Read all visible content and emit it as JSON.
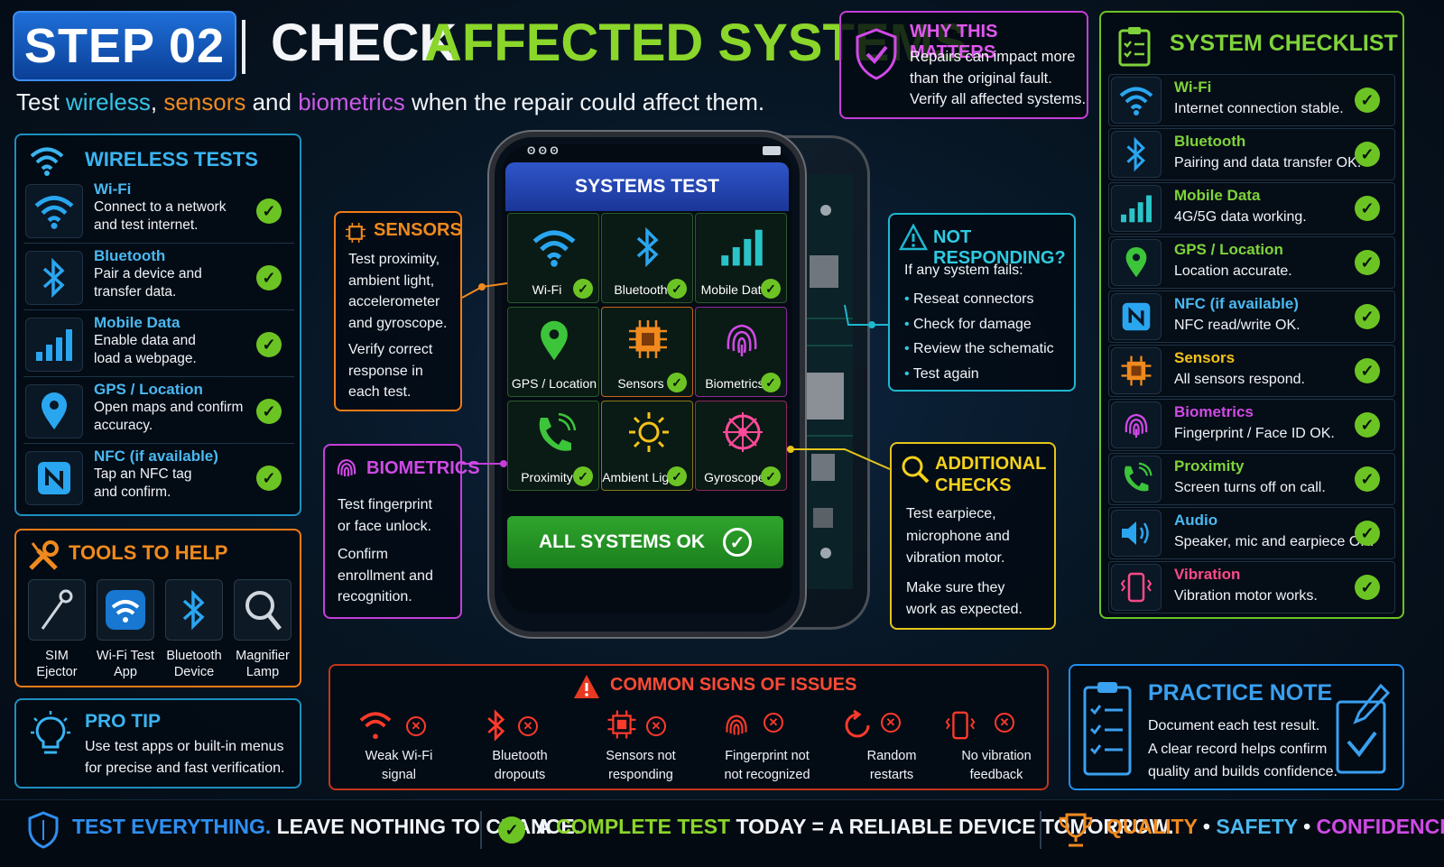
{
  "header": {
    "step": "STEP 02",
    "title_white": "CHECK",
    "title_green": "AFFECTED SYSTEMS",
    "subtitle": {
      "t1": "Test",
      "wireless": "wireless",
      "comma": ",",
      "sensors": "sensors",
      "and": "and",
      "biometrics": "biometrics",
      "rest": "when the repair could affect them."
    }
  },
  "wireless": {
    "title": "WIRELESS TESTS",
    "items": [
      {
        "title": "Wi-Fi",
        "desc1": "Connect to a network",
        "desc2": "and test internet."
      },
      {
        "title": "Bluetooth",
        "desc1": "Pair a device and",
        "desc2": "transfer data."
      },
      {
        "title": "Mobile Data",
        "desc1": "Enable data and",
        "desc2": "load a webpage."
      },
      {
        "title": "GPS / Location",
        "desc1": "Open maps and confirm",
        "desc2": "accuracy."
      },
      {
        "title": "NFC (if available)",
        "desc1": "Tap an NFC tag",
        "desc2": "and confirm."
      }
    ]
  },
  "tools": {
    "title": "TOOLS TO HELP",
    "items": [
      {
        "l1": "SIM Ejector",
        "l2": ""
      },
      {
        "l1": "Wi-Fi Test",
        "l2": "App"
      },
      {
        "l1": "Bluetooth",
        "l2": "Device"
      },
      {
        "l1": "Magnifier",
        "l2": "Lamp"
      }
    ]
  },
  "protip": {
    "title": "PRO TIP",
    "l1": "Use test apps or built-in menus",
    "l2": "for precise and fast verification."
  },
  "sensors": {
    "title": "SENSORS",
    "lines": [
      "Test proximity,",
      "ambient light,",
      "accelerometer",
      "and gyroscope."
    ],
    "lines2": [
      "Verify correct",
      "response in",
      "each test."
    ]
  },
  "biometrics": {
    "title": "BIOMETRICS",
    "lines": [
      "Test fingerprint",
      "or face unlock."
    ],
    "lines2": [
      "Confirm",
      "enrollment and",
      "recognition."
    ]
  },
  "phone": {
    "status": "ʘ ʘ ʘ",
    "header": "SYSTEMS TEST",
    "tiles": [
      "Wi-Fi",
      "Bluetooth",
      "Mobile Data",
      "GPS / Location",
      "Sensors",
      "Biometrics",
      "Proximity",
      "Ambient Light",
      "Gyroscope"
    ],
    "ok": "ALL SYSTEMS OK"
  },
  "why": {
    "title": "WHY THIS MATTERS",
    "lines": [
      "Repairs can impact more",
      "than the original fault.",
      "Verify all affected systems."
    ]
  },
  "notresp": {
    "title": "NOT RESPONDING?",
    "intro": "If any system fails:",
    "items": [
      "Reseat connectors",
      "Check for damage",
      "Review the schematic",
      "Test again"
    ]
  },
  "additional": {
    "title1": "ADDITIONAL",
    "title2": "CHECKS",
    "lines": [
      "Test earpiece,",
      "microphone and",
      "vibration motor."
    ],
    "lines2": [
      "Make sure they",
      "work as expected."
    ]
  },
  "checklist": {
    "title": "SYSTEM CHECKLIST",
    "items": [
      {
        "title": "Wi-Fi",
        "desc": "Internet connection stable.",
        "color": "#7fd33a"
      },
      {
        "title": "Bluetooth",
        "desc": "Pairing and data transfer OK.",
        "color": "#7fd33a"
      },
      {
        "title": "Mobile Data",
        "desc": "4G/5G data working.",
        "color": "#7fd33a"
      },
      {
        "title": "GPS / Location",
        "desc": "Location accurate.",
        "color": "#7fd33a"
      },
      {
        "title": "NFC (if available)",
        "desc": "NFC read/write OK.",
        "color": "#4ab8f0"
      },
      {
        "title": "Sensors",
        "desc": "All sensors respond.",
        "color": "#f5c21b"
      },
      {
        "title": "Biometrics",
        "desc": "Fingerprint / Face ID OK.",
        "color": "#d04ae6"
      },
      {
        "title": "Proximity",
        "desc": "Screen turns off on call.",
        "color": "#7fd33a"
      },
      {
        "title": "Audio",
        "desc": "Speaker, mic and earpiece OK.",
        "color": "#4ab8f0"
      },
      {
        "title": "Vibration",
        "desc": "Vibration motor works.",
        "color": "#ff4a8a"
      }
    ]
  },
  "issues": {
    "title": "COMMON SIGNS OF ISSUES",
    "items": [
      {
        "l1": "Weak Wi-Fi",
        "l2": "signal"
      },
      {
        "l1": "Bluetooth",
        "l2": "dropouts"
      },
      {
        "l1": "Sensors not",
        "l2": "responding"
      },
      {
        "l1": "Fingerprint not",
        "l2": "not recognized"
      },
      {
        "l1": "Random",
        "l2": "restarts"
      },
      {
        "l1": "No vibration",
        "l2": "feedback"
      }
    ]
  },
  "practice": {
    "title": "PRACTICE NOTE",
    "lines": [
      "Document each test result.",
      "A clear record helps confirm",
      "quality and builds confidence."
    ]
  },
  "footer": {
    "a_blue": "TEST EVERYTHING.",
    "a_white": "LEAVE NOTHING TO CHANCE.",
    "b_white1": "A",
    "b_green": "COMPLETE TEST",
    "b_white2": "TODAY = A RELIABLE DEVICE TOMORROW.",
    "quality": "QUALITY",
    "dot": "•",
    "safety": "SAFETY",
    "confidence": "CONFIDENCE"
  },
  "colors": {
    "accent_green": "#8bd62a",
    "accent_blue": "#4ab8f0",
    "accent_orange": "#f08a1e",
    "accent_magenta": "#d04ae6",
    "accent_yellow": "#f5d21b"
  }
}
